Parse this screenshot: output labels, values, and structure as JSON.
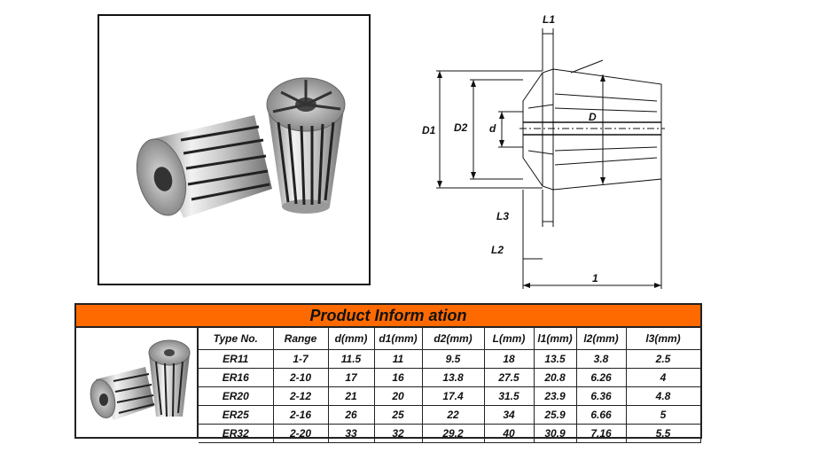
{
  "drawing": {
    "labels": {
      "L1": "L1",
      "D1": "D1",
      "D2": "D2",
      "d": "d",
      "D": "D",
      "L3": "L3",
      "L2": "L2",
      "l": "1"
    }
  },
  "product_info": {
    "title": "Product Inform ation",
    "headers": [
      "Type No.",
      "Range",
      "d(mm)",
      "d1(mm)",
      "d2(mm)",
      "L(mm)",
      "l1(mm)",
      "l2(mm)",
      "l3(mm)"
    ],
    "rows": [
      [
        "ER11",
        "1-7",
        "11.5",
        "11",
        "9.5",
        "18",
        "13.5",
        "3.8",
        "2.5"
      ],
      [
        "ER16",
        "2-10",
        "17",
        "16",
        "13.8",
        "27.5",
        "20.8",
        "6.26",
        "4"
      ],
      [
        "ER20",
        "2-12",
        "21",
        "20",
        "17.4",
        "31.5",
        "23.9",
        "6.36",
        "4.8"
      ],
      [
        "ER25",
        "2-16",
        "26",
        "25",
        "22",
        "34",
        "25.9",
        "6.66",
        "5"
      ],
      [
        "ER32",
        "2-20",
        "33",
        "32",
        "29.2",
        "40",
        "30.9",
        "7.16",
        "5.5"
      ]
    ]
  },
  "colors": {
    "title_bar": "#ff6a00",
    "border": "#222222"
  }
}
